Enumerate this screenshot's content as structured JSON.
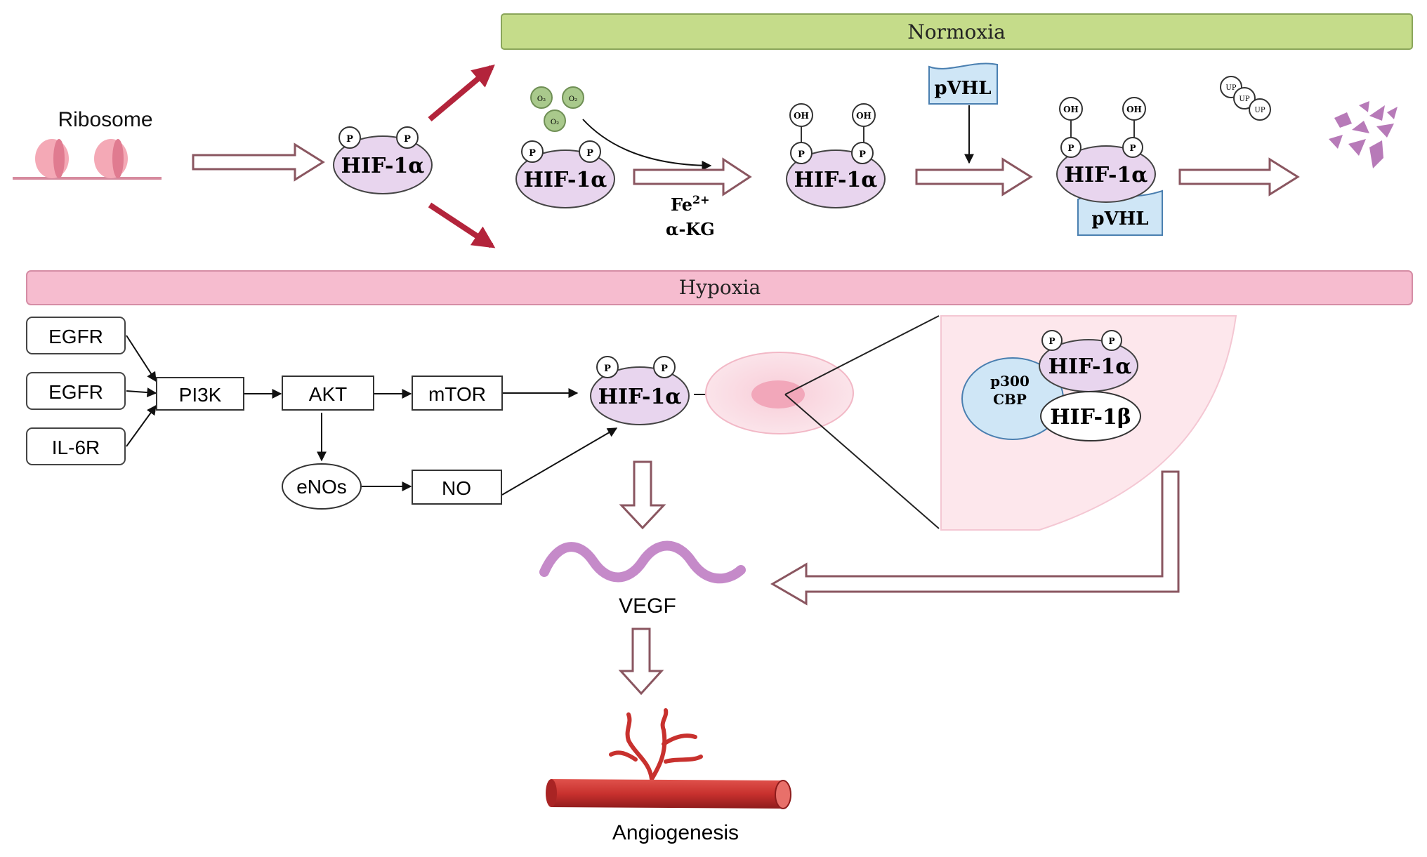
{
  "normoxia": {
    "banner_label": "Normoxia"
  },
  "hypoxia": {
    "banner_label": "Hypoxia"
  },
  "ribosome": {
    "label": "Ribosome"
  },
  "hif1a": {
    "label": "HIF-1α"
  },
  "hif1b": {
    "label": "HIF-1β"
  },
  "phospho": {
    "label": "P"
  },
  "hydroxyl": {
    "label": "OH"
  },
  "oxygen": {
    "label": "O₂"
  },
  "cofactors": {
    "iron_base": "Fe",
    "iron_sup": "2+",
    "akg": "α-KG"
  },
  "pvhl": {
    "label": "pVHL"
  },
  "ubiquitin": {
    "label": "UP"
  },
  "coactivator": {
    "line1": "p300",
    "line2": "CBP"
  },
  "receptors": [
    "EGFR",
    "EGFR",
    "IL-6R"
  ],
  "pathway": {
    "pi3k": "PI3K",
    "akt": "AKT",
    "mtor": "mTOR",
    "enos": "eNOs",
    "no": "NO"
  },
  "vegf": {
    "label": "VEGF"
  },
  "angiogenesis": {
    "label": "Angiogenesis"
  },
  "colors": {
    "normoxia_banner": "#c5dc8a",
    "hypoxia_banner": "#f6bccf",
    "hif_fill": "#e8d5ee",
    "pvhl_fill": "#cfe6f6",
    "red_arrow": "#b3243b",
    "hollow_arrow_stroke": "#8a5660",
    "vegf_wave": "#c58ac9",
    "vessel": "#c8312e"
  }
}
